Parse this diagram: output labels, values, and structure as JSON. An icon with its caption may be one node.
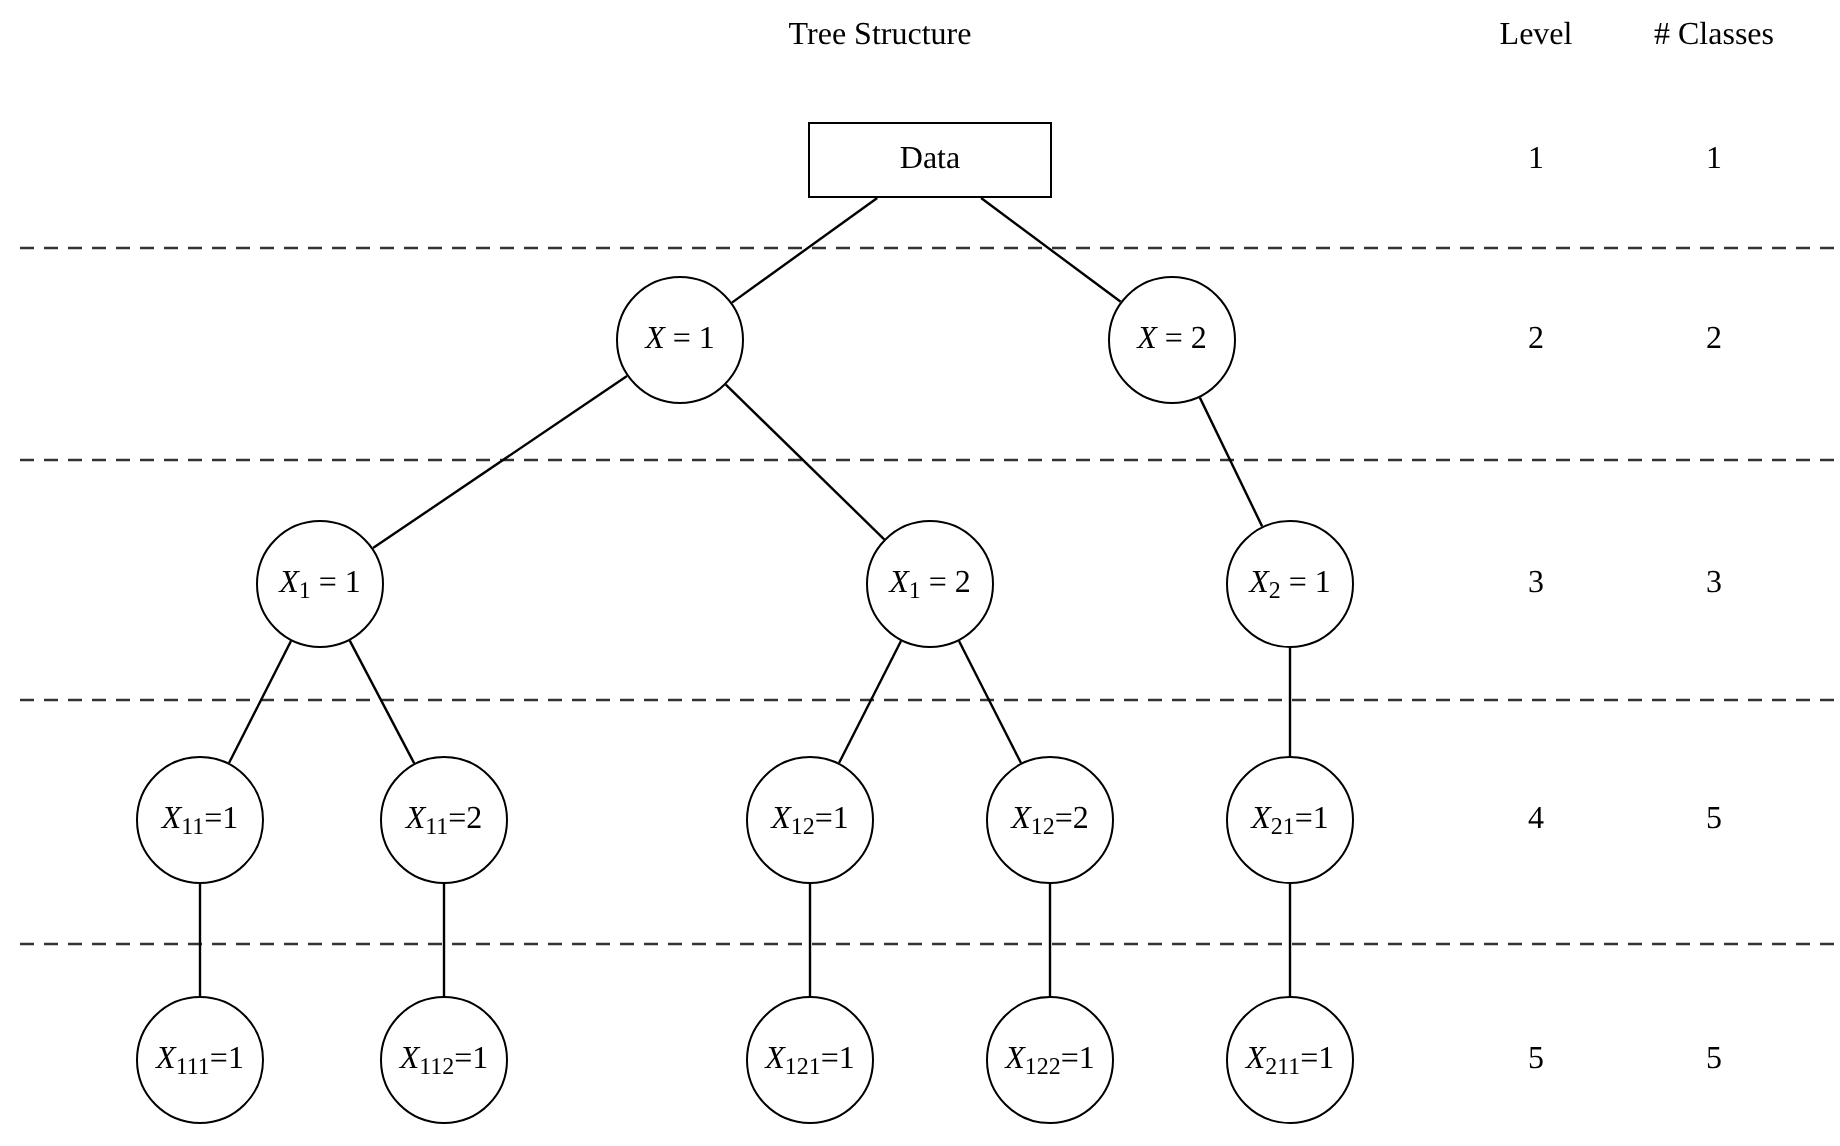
{
  "diagram": {
    "nodes": [
      {
        "text": [
          "Data"
        ]
      },
      {
        "text": [
          "*X* = 1"
        ]
      },
      {
        "text": [
          "*X* = 2"
        ]
      },
      {
        "text": [
          "*X*$_{1}$ = 1"
        ]
      },
      {
        "text": [
          "*X*$_{1}$ = 2"
        ]
      },
      {
        "text": [
          "*X*$_{2}$ = 1"
        ]
      },
      {
        "text": [
          "*X*$_{11}$=1"
        ]
      },
      {
        "text": [
          "*X*$_{11}$=2"
        ]
      },
      {
        "text": [
          "*X*$_{12}$=1"
        ]
      },
      {
        "text": [
          "*X*$_{12}$=2"
        ]
      },
      {
        "text": [
          "*X*$_{21}$=1"
        ]
      },
      {
        "text": [
          "*X*$_{111}$=1"
        ]
      },
      {
        "text": [
          "*X*$_{112}$=1"
        ]
      },
      {
        "text": [
          "*X*$_{121}$=1"
        ]
      },
      {
        "text": [
          "*X*$_{122}$=1"
        ]
      },
      {
        "text": [
          "*X*$_{211}$=1"
        ]
      }
    ],
    "edges": [
      {
        "from": 0,
        "to": 1,
        "arrow": "none"
      },
      {
        "from": 0,
        "to": 2,
        "arrow": "none"
      },
      {
        "from": 1,
        "to": 3,
        "arrow": "none"
      },
      {
        "from": 1,
        "to": 4,
        "arrow": "none"
      },
      {
        "from": 2,
        "to": 5,
        "arrow": "none"
      },
      {
        "from": 3,
        "to": 6,
        "arrow": "none"
      },
      {
        "from": 3,
        "to": 7,
        "arrow": "none"
      },
      {
        "from": 4,
        "to": 8,
        "arrow": "none"
      },
      {
        "from": 4,
        "to": 9,
        "arrow": "none"
      },
      {
        "from": 5,
        "to": 10,
        "arrow": "none"
      },
      {
        "from": 6,
        "to": 11,
        "arrow": "none"
      },
      {
        "from": 7,
        "to": 12,
        "arrow": "none"
      },
      {
        "from": 8,
        "to": 13,
        "arrow": "none"
      },
      {
        "from": 9,
        "to": 14,
        "arrow": "none"
      },
      {
        "from": 10,
        "to": 15,
        "arrow": "none"
      }
    ],
    "labels": [
      "Tree Structure",
      "Level",
      "# Classes",
      "1",
      "1",
      "2",
      "2",
      "3",
      "3",
      "4",
      "5",
      "5",
      "5"
    ]
  }
}
